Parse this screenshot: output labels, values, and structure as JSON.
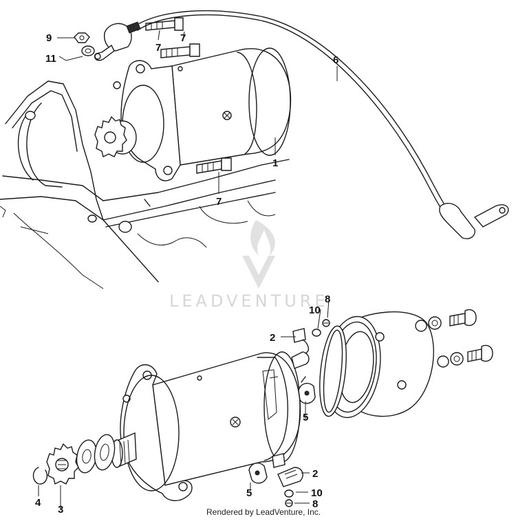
{
  "watermark": {
    "text": "LEADVENTURE"
  },
  "footer": {
    "text": "Rendered by LeadVenture, Inc."
  },
  "callouts": {
    "c1": "1",
    "c2a": "2",
    "c2b": "2",
    "c3": "3",
    "c4": "4",
    "c5a": "5",
    "c5b": "5",
    "c6": "6",
    "c7a": "7",
    "c7b": "7",
    "c7c": "7",
    "c8a": "8",
    "c8b": "8",
    "c9": "9",
    "c10a": "10",
    "c10b": "10",
    "c11": "11"
  },
  "colors": {
    "line": "#1a1a1a",
    "watermark": "#d6d6d6",
    "background": "#ffffff"
  }
}
